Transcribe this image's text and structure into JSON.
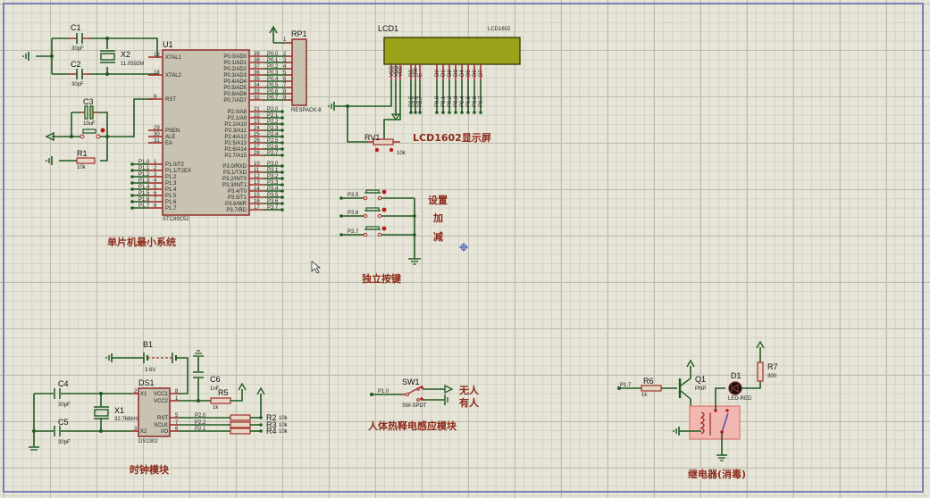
{
  "app": "Proteus ISIS schematic",
  "modules": {
    "mcu": {
      "title": "单片机最小系统",
      "ref": "U1",
      "part": "STC89C52"
    },
    "lcd": {
      "title": "LCD1602显示屏",
      "ref": "LCD1",
      "part": "LCD1602"
    },
    "keys": {
      "title": "独立按键",
      "labels": [
        "设置",
        "加",
        "减"
      ]
    },
    "clock": {
      "title": "时钟模块",
      "ref": "DS1",
      "part": "DS1302"
    },
    "pir": {
      "title": "人体热释电感应模块",
      "ref": "SW1",
      "part": "SW-SPDT",
      "labels": [
        "无人",
        "有人"
      ]
    },
    "relay": {
      "title": "继电器(消毒)"
    }
  },
  "components": {
    "C1": {
      "ref": "C1",
      "value": "30pF"
    },
    "C2": {
      "ref": "C2",
      "value": "30pF"
    },
    "C3": {
      "ref": "C3",
      "value": "10uF"
    },
    "X2": {
      "ref": "X2",
      "value": "11.0592M"
    },
    "R1": {
      "ref": "R1",
      "value": "10k"
    },
    "RP1": {
      "ref": "RP1",
      "value": "RESPACK-8"
    },
    "RV1": {
      "ref": "RV1",
      "value": "10k"
    },
    "B1": {
      "ref": "B1",
      "value": "3.6V"
    },
    "C4": {
      "ref": "C4",
      "value": "30pF"
    },
    "C5": {
      "ref": "C5",
      "value": "30pF"
    },
    "C6": {
      "ref": "C6",
      "value": "1nF"
    },
    "X1": {
      "ref": "X1",
      "value": "32.768kHz"
    },
    "R5": {
      "ref": "R5",
      "value": "1k"
    },
    "R2": {
      "ref": "R2",
      "value": "10k"
    },
    "R3": {
      "ref": "R3",
      "value": "10k"
    },
    "R4": {
      "ref": "R4",
      "value": "10k"
    },
    "R6": {
      "ref": "R6",
      "value": "1k"
    },
    "Q1": {
      "ref": "Q1",
      "value": "PNP"
    },
    "D1": {
      "ref": "D1",
      "value": "LED-RED"
    },
    "R7": {
      "ref": "R7",
      "value": "300"
    }
  },
  "u1_pins": {
    "left_top": [
      {
        "num": "19",
        "name": "XTAL1"
      },
      {
        "num": "18",
        "name": "XTAL2"
      },
      {
        "num": "9",
        "name": "RST"
      },
      {
        "num": "29",
        "name": "PSEN"
      },
      {
        "num": "30",
        "name": "ALE"
      },
      {
        "num": "31",
        "name": "EA"
      }
    ],
    "p1": [
      {
        "num": "1",
        "name": "P1.0/T2",
        "net": "P1.0"
      },
      {
        "num": "2",
        "name": "P1.1/T2EX",
        "net": "P1.1"
      },
      {
        "num": "3",
        "name": "P1.2",
        "net": "P1.2"
      },
      {
        "num": "4",
        "name": "P1.3",
        "net": "P1.3"
      },
      {
        "num": "5",
        "name": "P1.4",
        "net": "P1.4"
      },
      {
        "num": "6",
        "name": "P1.5",
        "net": "P1.5"
      },
      {
        "num": "7",
        "name": "P1.6",
        "net": "P1.6"
      },
      {
        "num": "8",
        "name": "P1.7",
        "net": "P1.7"
      }
    ],
    "p0": [
      {
        "num": "39",
        "name": "P0.0/AD0",
        "net": "P0.0",
        "rp": "2"
      },
      {
        "num": "38",
        "name": "P0.1/AD1",
        "net": "P0.1",
        "rp": "3"
      },
      {
        "num": "37",
        "name": "P0.2/AD2",
        "net": "P0.2",
        "rp": "4"
      },
      {
        "num": "36",
        "name": "P0.3/AD3",
        "net": "P0.3",
        "rp": "5"
      },
      {
        "num": "35",
        "name": "P0.4/AD4",
        "net": "P0.4",
        "rp": "6"
      },
      {
        "num": "34",
        "name": "P0.5/AD5",
        "net": "P0.5",
        "rp": "7"
      },
      {
        "num": "33",
        "name": "P0.6/AD6",
        "net": "P0.6",
        "rp": "8"
      },
      {
        "num": "32",
        "name": "P0.7/AD7",
        "net": "P0.7",
        "rp": "9"
      }
    ],
    "p2": [
      {
        "num": "21",
        "name": "P2.0/A8",
        "net": "P2.0"
      },
      {
        "num": "22",
        "name": "P2.1/A9",
        "net": "P2.1"
      },
      {
        "num": "23",
        "name": "P2.2/A10",
        "net": "P2.2"
      },
      {
        "num": "24",
        "name": "P2.3/A11",
        "net": "P2.3"
      },
      {
        "num": "25",
        "name": "P2.4/A12",
        "net": "P2.4"
      },
      {
        "num": "26",
        "name": "P2.5/A13",
        "net": "P2.5"
      },
      {
        "num": "27",
        "name": "P2.6/A14",
        "net": "P2.6"
      },
      {
        "num": "28",
        "name": "P2.7/A15",
        "net": "P2.7"
      }
    ],
    "p3": [
      {
        "num": "10",
        "name": "P3.0/RXD",
        "net": "P3.0"
      },
      {
        "num": "11",
        "name": "P3.1/TXD",
        "net": "P3.1"
      },
      {
        "num": "12",
        "name": "P3.2/INT0",
        "net": "P3.2"
      },
      {
        "num": "13",
        "name": "P3.3/INT1",
        "net": "P3.3"
      },
      {
        "num": "14",
        "name": "P3.4/T0",
        "net": "P3.4"
      },
      {
        "num": "15",
        "name": "P3.5/T1",
        "net": "P3.5"
      },
      {
        "num": "16",
        "name": "P3.6/WR",
        "net": "P3.6"
      },
      {
        "num": "17",
        "name": "P3.7/RD",
        "net": "P3.7"
      }
    ],
    "rp1_common": "1"
  },
  "lcd_pins": [
    {
      "name": "VSS",
      "num": "1"
    },
    {
      "name": "VDD",
      "num": "2"
    },
    {
      "name": "VEE",
      "num": "3"
    },
    {
      "name": "RS",
      "num": "4",
      "net": "P2.5"
    },
    {
      "name": "RW",
      "num": "5",
      "net": "P2.6"
    },
    {
      "name": "E",
      "num": "6",
      "net": "P2.7"
    },
    {
      "name": "D0",
      "num": "7",
      "net": "P0.0"
    },
    {
      "name": "D1",
      "num": "8",
      "net": "P0.1"
    },
    {
      "name": "D2",
      "num": "9",
      "net": "P0.2"
    },
    {
      "name": "D3",
      "num": "10",
      "net": "P0.3"
    },
    {
      "name": "D4",
      "num": "11",
      "net": "P0.4"
    },
    {
      "name": "D5",
      "num": "12",
      "net": "P0.5"
    },
    {
      "name": "D6",
      "num": "13",
      "net": "P0.6"
    },
    {
      "name": "D7",
      "num": "14",
      "net": "P0.7"
    }
  ],
  "key_nets": [
    "P3.5",
    "P3.6",
    "P3.7"
  ],
  "ds1302_pins": [
    {
      "num": "2",
      "name": "X1"
    },
    {
      "num": "3",
      "name": "X2"
    },
    {
      "num": "8",
      "name": "VCC1"
    },
    {
      "num": "1",
      "name": "VCC2"
    },
    {
      "num": "5",
      "name": "RST",
      "net": "P2.0"
    },
    {
      "num": "7",
      "name": "SCLK",
      "net": "P2.2"
    },
    {
      "num": "6",
      "name": "I/O",
      "net": "P2.1"
    }
  ],
  "pir_net": "P1.0",
  "relay_net": "P1.7",
  "colors": {
    "wire": "#1f5a1f",
    "pin": "#a0302a",
    "title": "#8c2a1a",
    "lcd": "#9aa21a",
    "relay": "#f0b8b0",
    "border": "#7c7fb8"
  }
}
